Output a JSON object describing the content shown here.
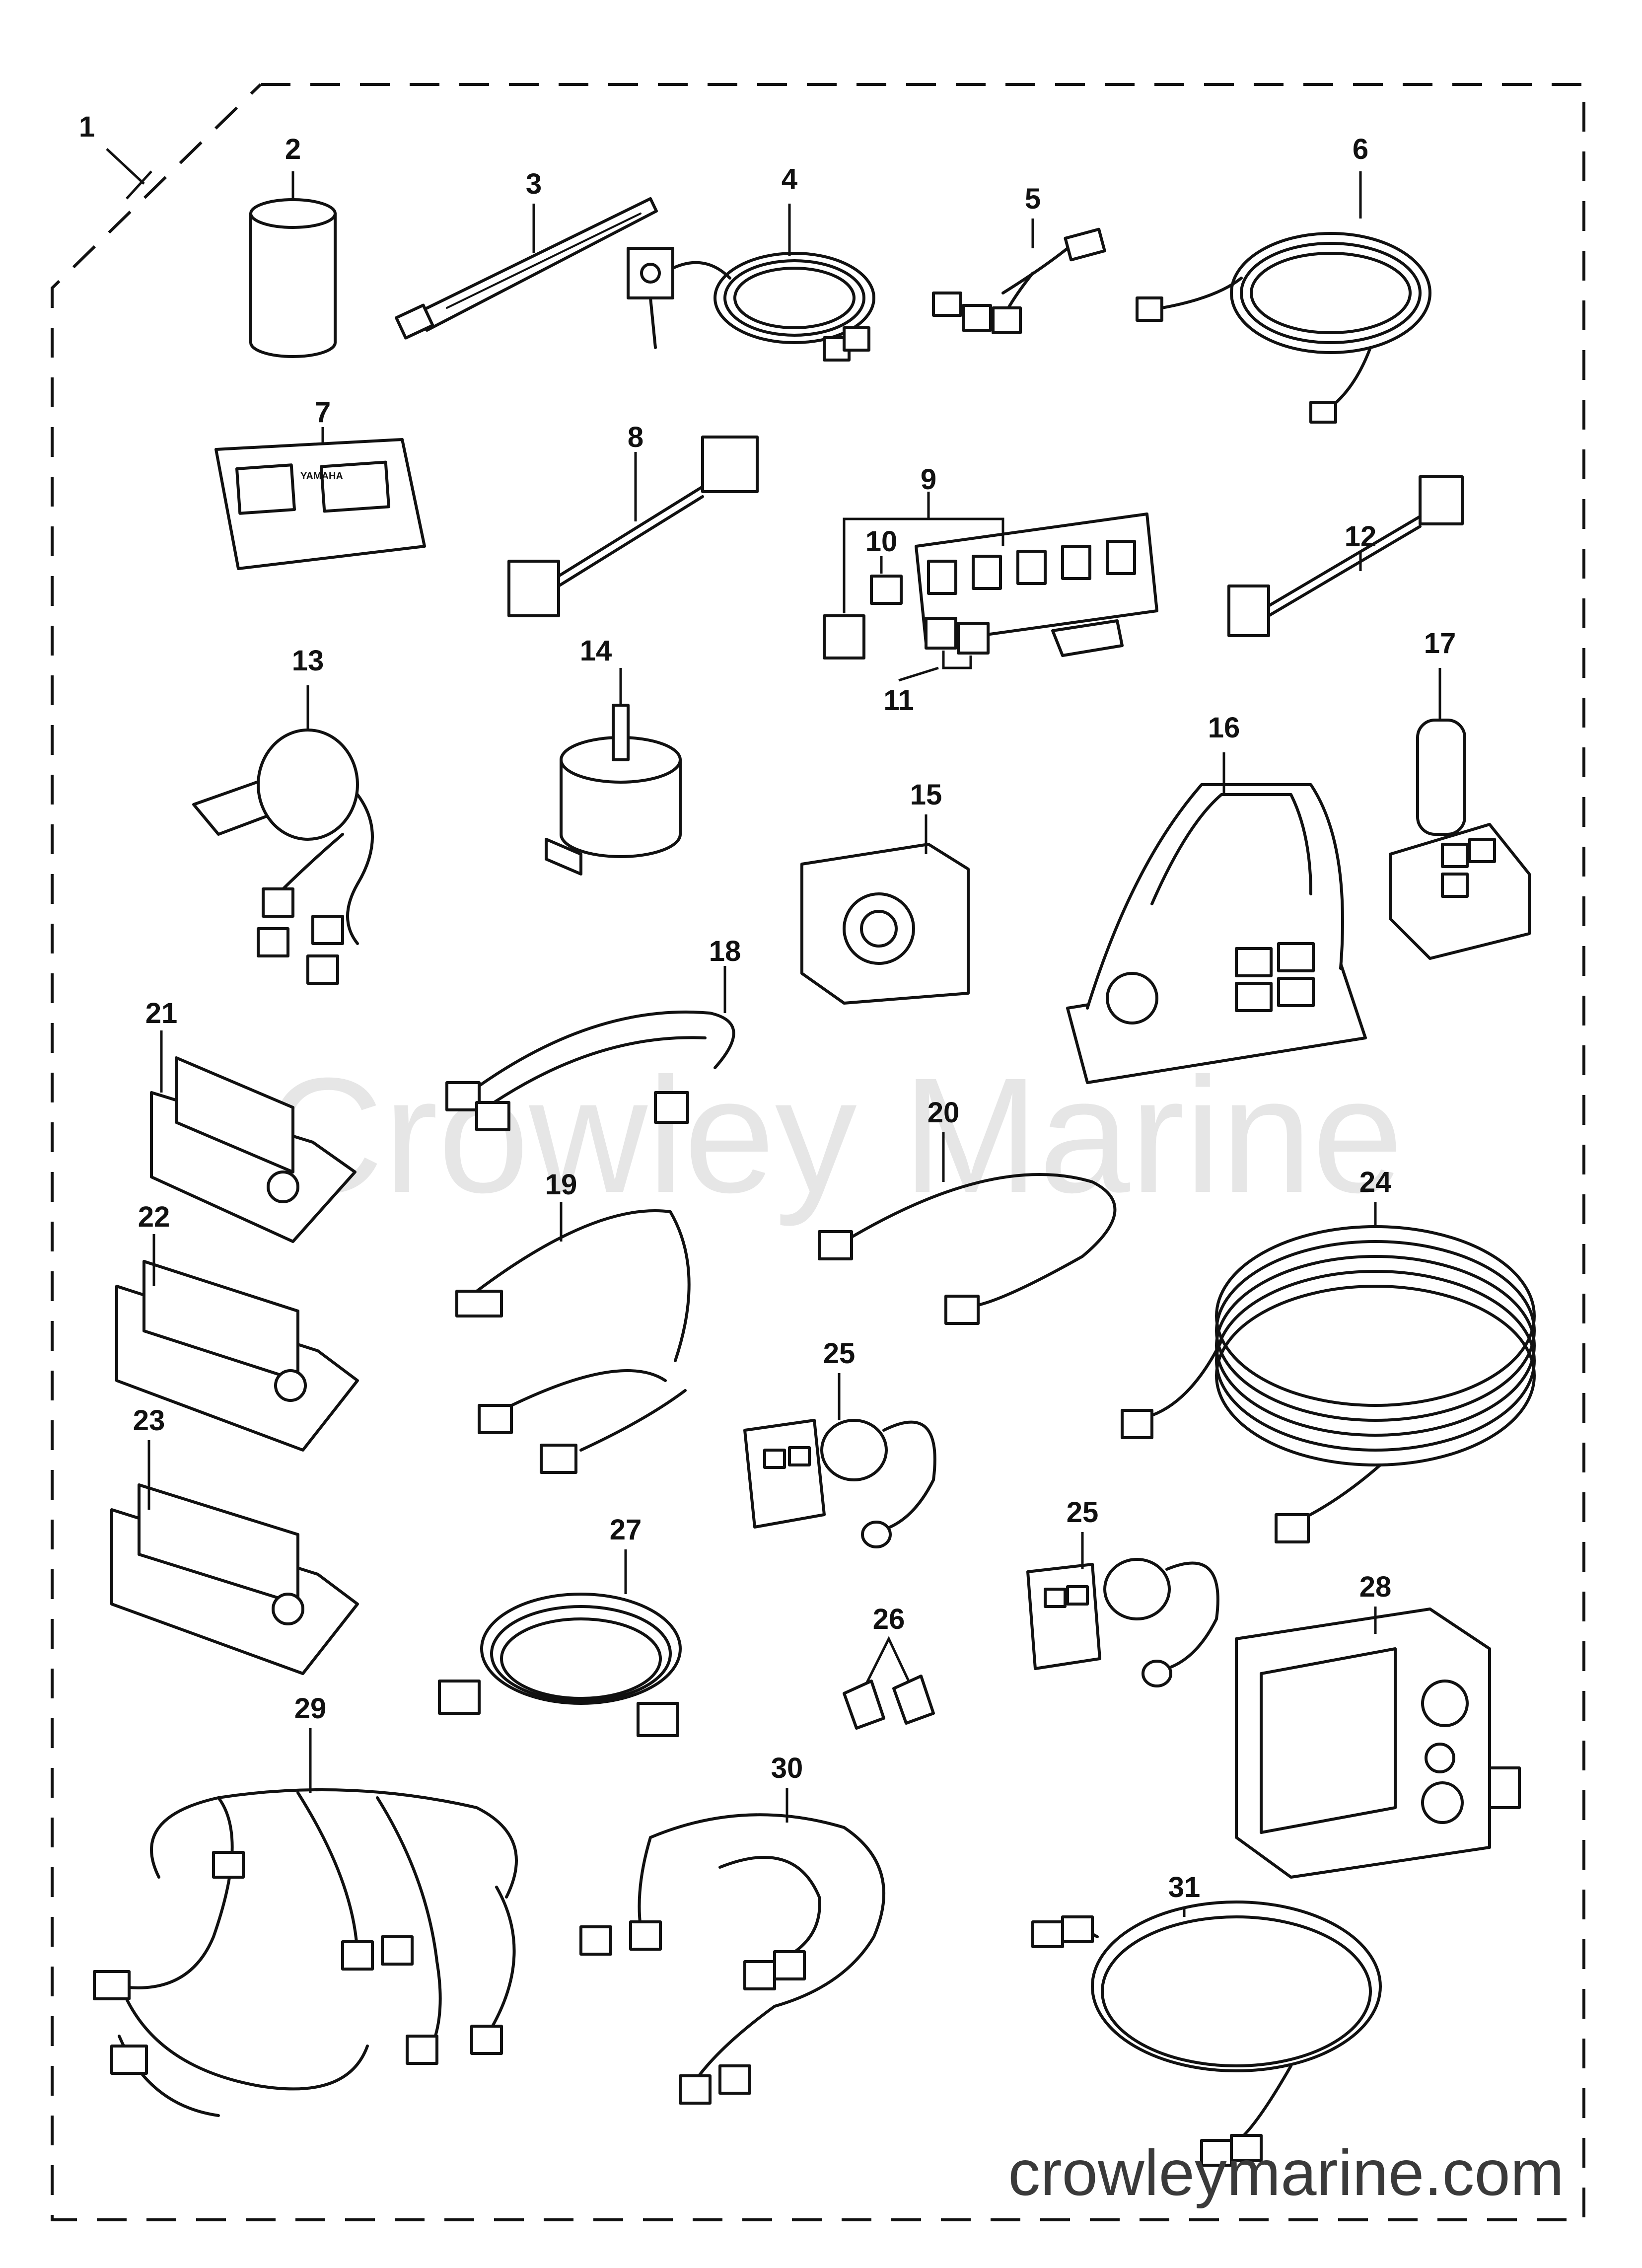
{
  "watermark": "Crowley Marine",
  "footer_url": "crowleymarine.com",
  "brand_mark": "YAMAHA",
  "callouts": {
    "c1": "1",
    "c2": "2",
    "c3": "3",
    "c4": "4",
    "c5": "5",
    "c6": "6",
    "c7": "7",
    "c8": "8",
    "c9": "9",
    "c10": "10",
    "c11": "11",
    "c12": "12",
    "c13": "13",
    "c14": "14",
    "c15": "15",
    "c16": "16",
    "c17": "17",
    "c18": "18",
    "c19": "19",
    "c20": "20",
    "c21": "21",
    "c22": "22",
    "c23": "23",
    "c24": "24",
    "c25a": "25",
    "c25b": "25",
    "c26": "26",
    "c27": "27",
    "c28": "28",
    "c29": "29",
    "c30": "30",
    "c31": "31"
  }
}
